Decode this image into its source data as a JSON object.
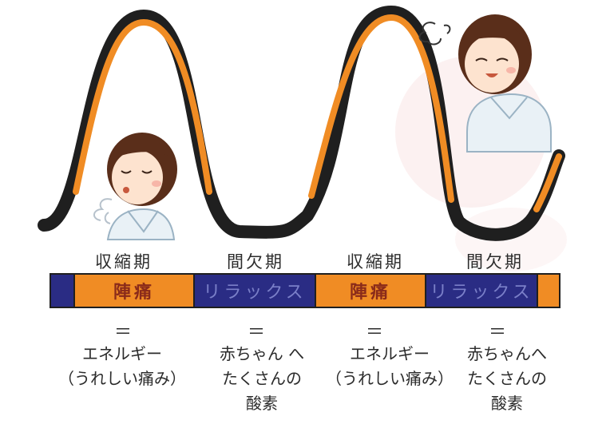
{
  "phases": [
    {
      "label": "収縮期",
      "bar_text": "陣痛",
      "bar_kind": "contraction",
      "caption": [
        "エネルギー",
        "（うれしい痛み）"
      ]
    },
    {
      "label": "間欠期",
      "bar_text": "リラックス",
      "bar_kind": "interval",
      "caption": [
        "赤ちゃん へ",
        "たくさんの",
        "酸素"
      ]
    },
    {
      "label": "収縮期",
      "bar_text": "陣痛",
      "bar_kind": "contraction",
      "caption": [
        "エネルギー",
        "（うれしい痛み）"
      ]
    },
    {
      "label": "間欠期",
      "bar_text": "リラックス",
      "bar_kind": "interval",
      "caption": [
        "赤ちゃんへ",
        "たくさんの",
        "酸素"
      ]
    }
  ],
  "equals_sign": "＝",
  "colors": {
    "wave_orange": "#f08c24",
    "wave_dark": "#1f1f1f",
    "bar_navy": "#2a2c84",
    "bar_orange": "#f08c24",
    "skin": "#fde3cf",
    "hair": "#5a2e1a"
  },
  "icons": [
    "woman-breathing-icon",
    "woman-relieved-icon",
    "breath-puff-icon",
    "sigh-puff-icon"
  ]
}
